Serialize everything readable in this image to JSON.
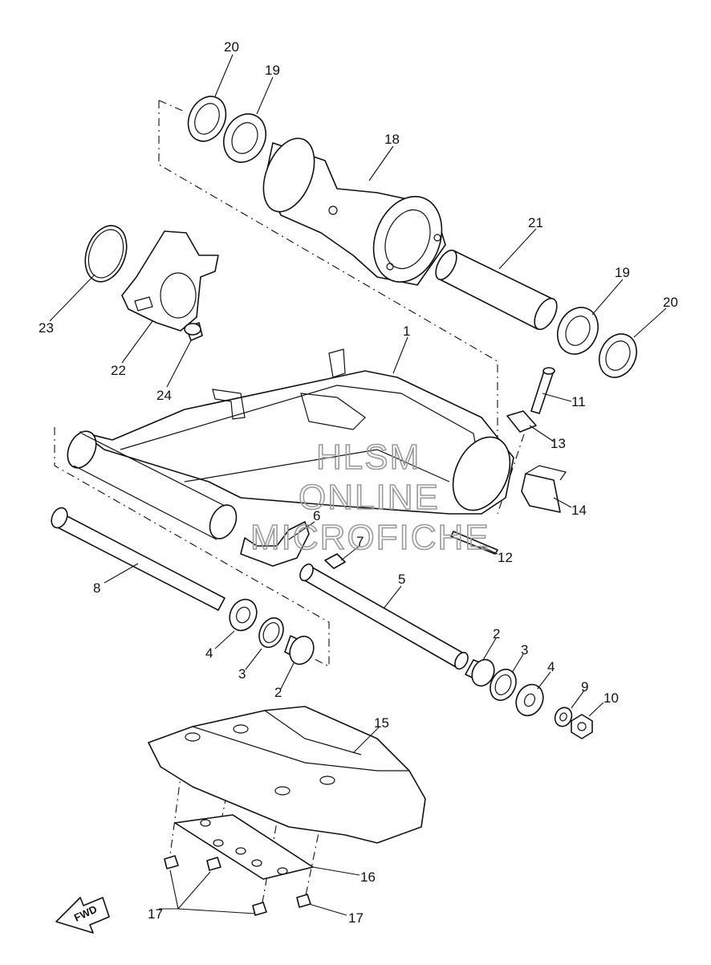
{
  "watermark": {
    "line1": "HLSM",
    "line2": "ONLINE",
    "line3": "MICROFICHE"
  },
  "direction_badge": "FWD",
  "callouts": {
    "c1": "1",
    "c2a": "2",
    "c2b": "2",
    "c3a": "3",
    "c3b": "3",
    "c4a": "4",
    "c4b": "4",
    "c5": "5",
    "c6": "6",
    "c7": "7",
    "c8": "8",
    "c9": "9",
    "c10": "10",
    "c11": "11",
    "c12": "12",
    "c13": "13",
    "c14": "14",
    "c15": "15",
    "c16": "16",
    "c17a": "17",
    "c17b": "17",
    "c18": "18",
    "c19a": "19",
    "c19b": "19",
    "c20a": "20",
    "c20b": "20",
    "c21": "21",
    "c22": "22",
    "c23": "23",
    "c24": "24"
  }
}
